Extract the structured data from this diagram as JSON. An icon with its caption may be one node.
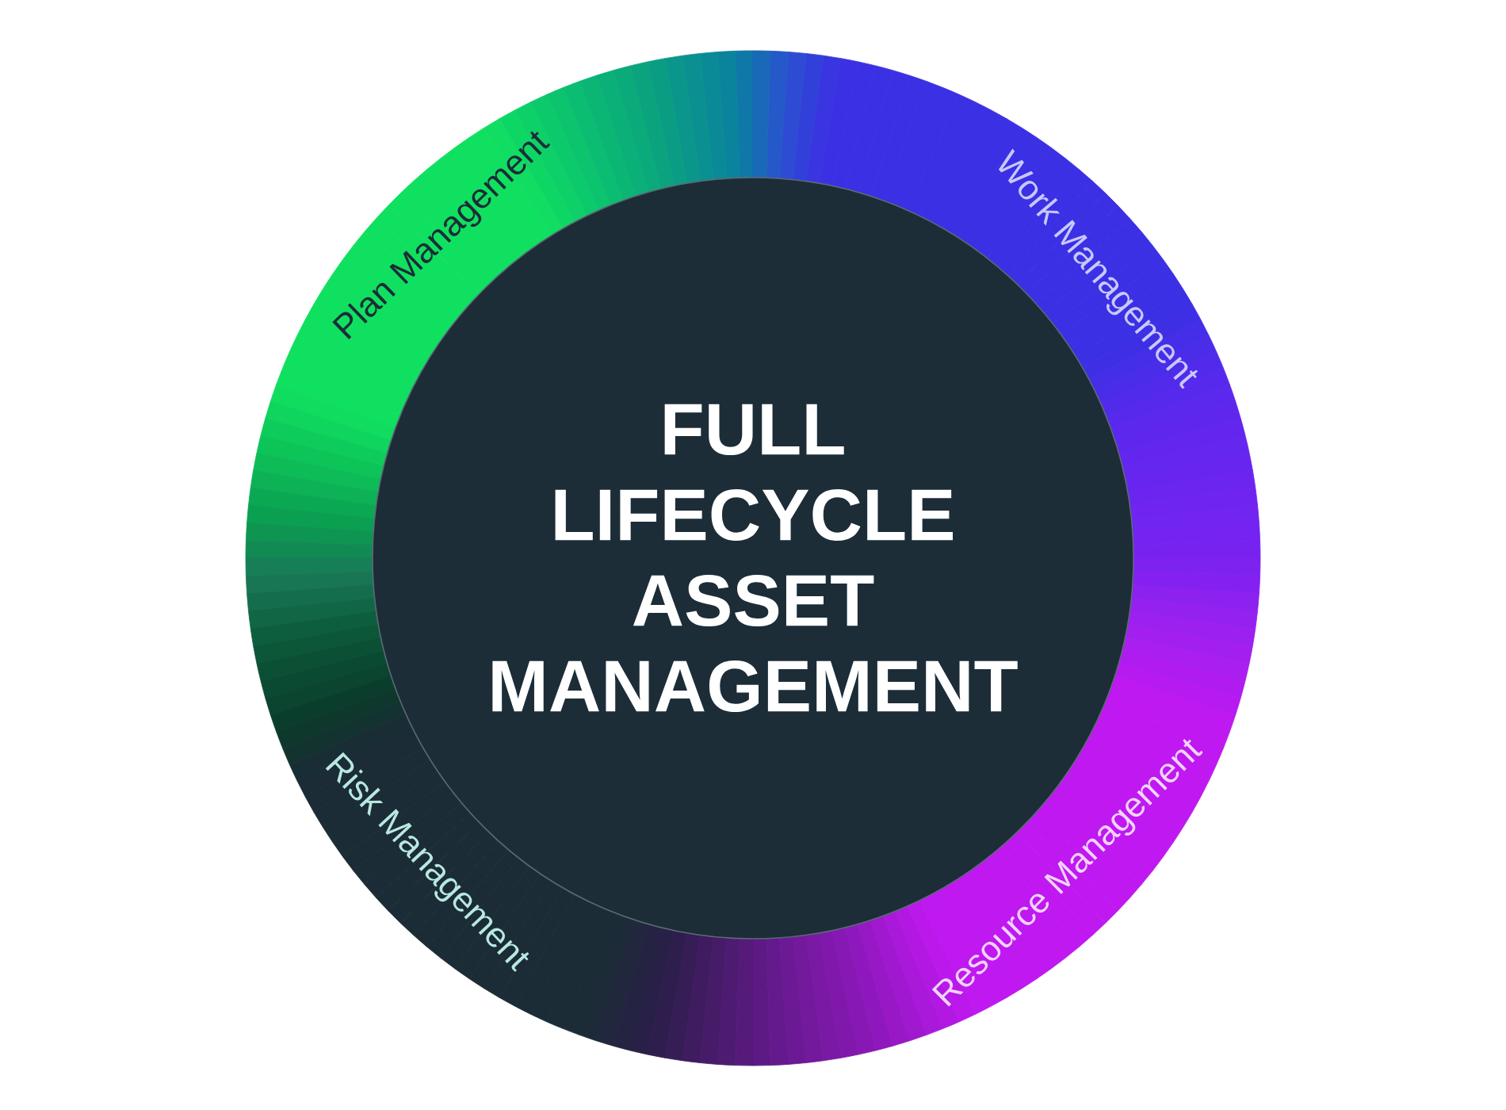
{
  "diagram": {
    "nodes": [
      {
        "text": [
          "FULL LIFECYCLE ASSET MANAGEMENT"
        ]
      },
      {
        "text": [
          "Plan Management"
        ]
      },
      {
        "text": [
          "Work Management"
        ]
      },
      {
        "text": [
          "Resource Management"
        ]
      },
      {
        "text": [
          "Risk Management"
        ]
      }
    ]
  }
}
